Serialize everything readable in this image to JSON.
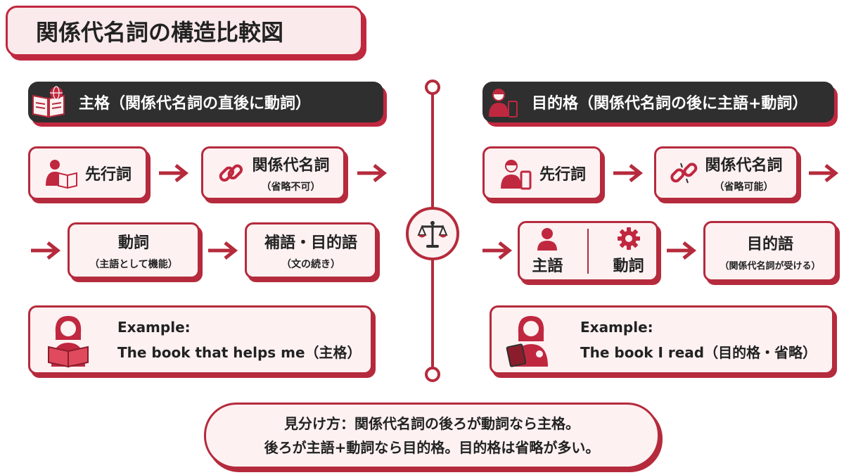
{
  "title": "関係代名詞の構造比較図",
  "colors": {
    "accent": "#b52a3c",
    "dark": "#2f2f2f",
    "fill": "#fdf1f2"
  },
  "left": {
    "header": "主格（関係代名詞の直後に動詞）",
    "header_icon": "book-globe-icon",
    "antecedent": {
      "label": "先行詞",
      "icon": "person-reading-icon"
    },
    "relative": {
      "label": "関係代名詞",
      "sub": "（省略不可）",
      "icon": "chain-link-icon"
    },
    "verb": {
      "label": "動詞",
      "sub": "（主語として機能）"
    },
    "complement": {
      "label": "補語・目的語",
      "sub": "（文の続き）"
    },
    "example": {
      "label": "Example:",
      "text": "The book that helps me（主格）",
      "icon": "woman-reading-icon"
    }
  },
  "right": {
    "header": "目的格（関係代名詞の後に主語+動詞）",
    "header_icon": "person-phone-icon",
    "antecedent": {
      "label": "先行詞",
      "icon": "person-phone-icon"
    },
    "relative": {
      "label": "関係代名詞",
      "sub": "（省略可能）",
      "icon": "broken-link-icon"
    },
    "subject": {
      "label": "主語",
      "icon": "person-icon"
    },
    "verb": {
      "label": "動詞",
      "icon": "gear-icon"
    },
    "object": {
      "label": "目的語",
      "sub": "（関係代名詞が受ける）"
    },
    "example": {
      "label": "Example:",
      "text": "The book I read（目的格・省略）",
      "icon": "woman-tablet-icon"
    }
  },
  "center_icon": "scales-icon",
  "summary": {
    "line1": "見分け方：関係代名詞の後ろが動詞なら主格。",
    "line2": "後ろが主語+動詞なら目的格。目的格は省略が多い。"
  }
}
